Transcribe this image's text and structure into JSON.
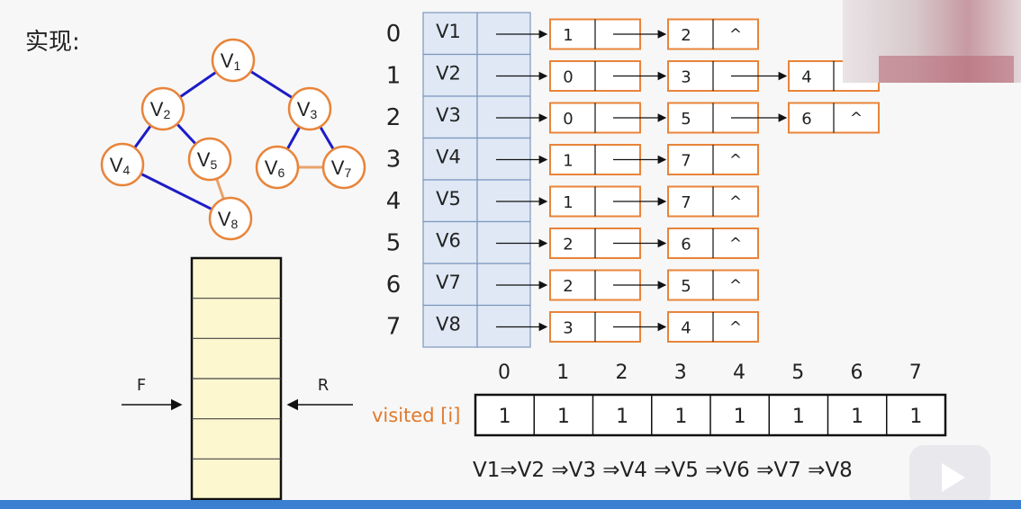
{
  "title": "实现:",
  "graph": {
    "nodes": [
      {
        "id": "V1",
        "label": "V",
        "sub": "1"
      },
      {
        "id": "V2",
        "label": "V",
        "sub": "2"
      },
      {
        "id": "V3",
        "label": "V",
        "sub": "3"
      },
      {
        "id": "V4",
        "label": "V",
        "sub": "4"
      },
      {
        "id": "V5",
        "label": "V",
        "sub": "5"
      },
      {
        "id": "V6",
        "label": "V",
        "sub": "6"
      },
      {
        "id": "V7",
        "label": "V",
        "sub": "7"
      },
      {
        "id": "V8",
        "label": "V",
        "sub": "8"
      }
    ],
    "edges": [
      {
        "from": "V1",
        "to": "V2",
        "color": "#1c1cc8"
      },
      {
        "from": "V1",
        "to": "V3",
        "color": "#1c1cc8"
      },
      {
        "from": "V2",
        "to": "V4",
        "color": "#1c1cc8"
      },
      {
        "from": "V2",
        "to": "V5",
        "color": "#1c1cc8"
      },
      {
        "from": "V3",
        "to": "V6",
        "color": "#1c1cc8"
      },
      {
        "from": "V3",
        "to": "V7",
        "color": "#1c1cc8"
      },
      {
        "from": "V4",
        "to": "V8",
        "color": "#1c1cc8"
      },
      {
        "from": "V5",
        "to": "V8",
        "color": "#e8a36a"
      },
      {
        "from": "V6",
        "to": "V7",
        "color": "#e8a36a"
      }
    ]
  },
  "queue": {
    "front_label": "F",
    "rear_label": "R",
    "cells": 6
  },
  "adjacency": {
    "indices": [
      "0",
      "1",
      "2",
      "3",
      "4",
      "5",
      "6",
      "7"
    ],
    "vertices": [
      "V1",
      "V2",
      "V3",
      "V4",
      "V5",
      "V6",
      "V7",
      "V8"
    ],
    "lists": [
      [
        "1",
        "2"
      ],
      [
        "0",
        "3",
        "4"
      ],
      [
        "0",
        "5",
        "6"
      ],
      [
        "1",
        "7"
      ],
      [
        "1",
        "7"
      ],
      [
        "2",
        "6"
      ],
      [
        "2",
        "5"
      ],
      [
        "3",
        "4"
      ]
    ],
    "null_symbol": "^"
  },
  "visited": {
    "label": "visited [i]",
    "indices": [
      "0",
      "1",
      "2",
      "3",
      "4",
      "5",
      "6",
      "7"
    ],
    "values": [
      "1",
      "1",
      "1",
      "1",
      "1",
      "1",
      "1",
      "1"
    ]
  },
  "traversal_order": "V1⇒V2 ⇒V3 ⇒V4 ⇒V5 ⇒V6 ⇒V7 ⇒V8",
  "colors": {
    "accent_orange": "#e8843a",
    "edge_blue": "#1c1cc8",
    "vertex_table": "#dfe8f4",
    "queue_fill": "#fdf7cf"
  }
}
